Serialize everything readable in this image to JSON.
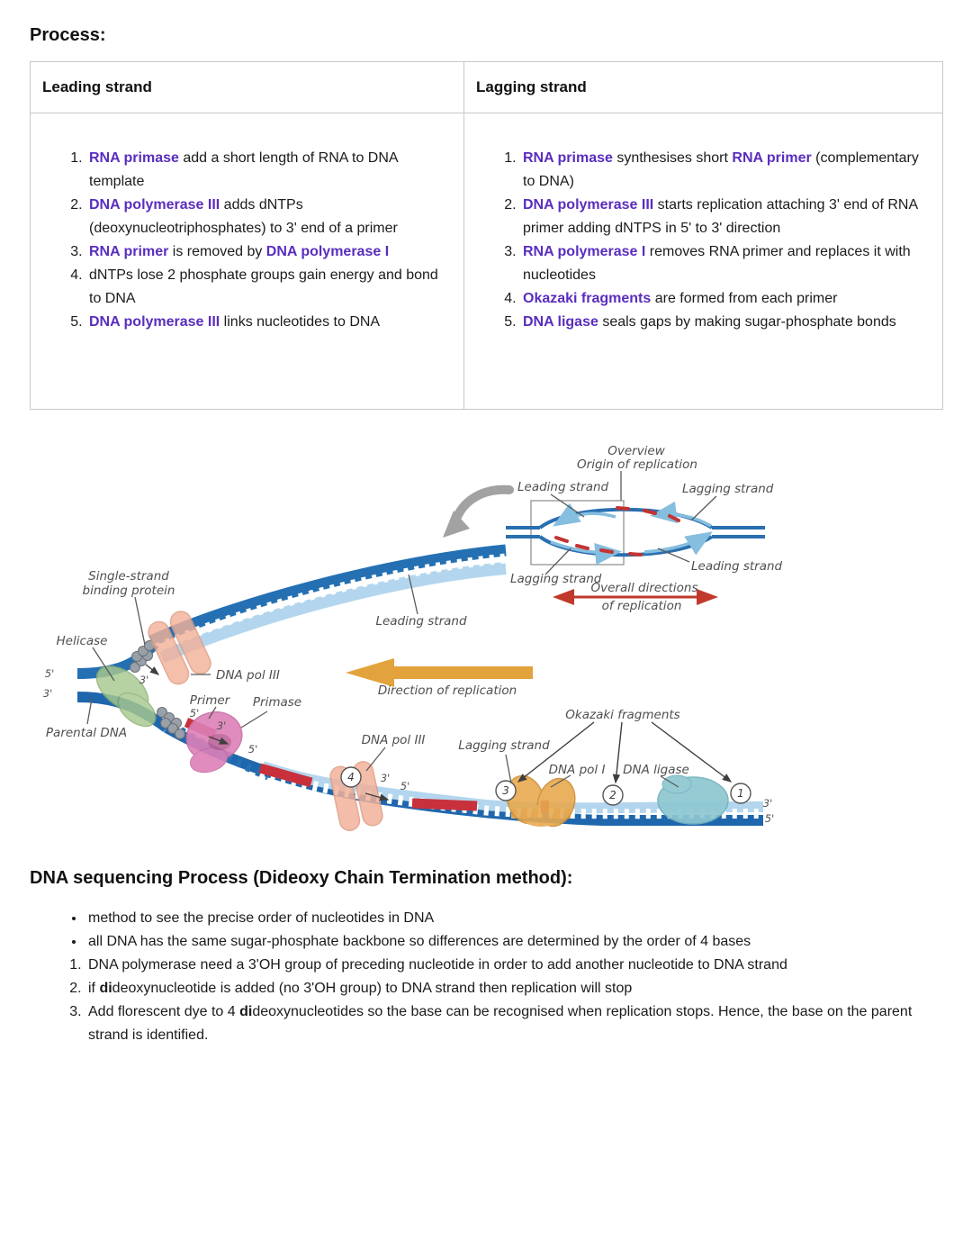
{
  "page": {
    "title1": "Process:",
    "title2": "DNA sequencing Process (Dideoxy Chain Termination method):"
  },
  "table": {
    "columns": [
      {
        "header": "Leading strand",
        "items": [
          [
            {
              "t": "RNA primase",
              "s": "k"
            },
            {
              "t": " add a short length of RNA to DNA template",
              "s": "p"
            }
          ],
          [
            {
              "t": "DNA polymerase III",
              "s": "k"
            },
            {
              "t": " adds dNTPs (deoxynucleotriphosphates) to 3' end of a primer",
              "s": "p"
            }
          ],
          [
            {
              "t": "RNA primer",
              "s": "k"
            },
            {
              "t": " is removed by ",
              "s": "p"
            },
            {
              "t": "DNA polymerase I",
              "s": "k"
            }
          ],
          [
            {
              "t": "dNTPs lose 2 phosphate groups gain energy and bond to DNA",
              "s": "p"
            }
          ],
          [
            {
              "t": "DNA polymerase III",
              "s": "k"
            },
            {
              "t": " links nucleotides to DNA",
              "s": "p"
            }
          ]
        ]
      },
      {
        "header": "Lagging strand",
        "items": [
          [
            {
              "t": "RNA primase",
              "s": "k"
            },
            {
              "t": " synthesises short ",
              "s": "p"
            },
            {
              "t": "RNA primer",
              "s": "k"
            },
            {
              "t": " (complementary to DNA)",
              "s": "p"
            }
          ],
          [
            {
              "t": "DNA polymerase III",
              "s": "k"
            },
            {
              "t": " starts replication attaching 3' end of RNA primer adding dNTPS in 5' to 3' direction",
              "s": "p"
            }
          ],
          [
            {
              "t": "RNA polymerase I",
              "s": "k"
            },
            {
              "t": " removes RNA primer and replaces it with nucleotides",
              "s": "p"
            }
          ],
          [
            {
              "t": "Okazaki fragments",
              "s": "k"
            },
            {
              "t": " are formed from each primer",
              "s": "p"
            }
          ],
          [
            {
              "t": "DNA ligase",
              "s": "k"
            },
            {
              "t": " seals gaps by making sugar-phosphate bonds",
              "s": "p"
            }
          ]
        ]
      }
    ]
  },
  "sequencing": {
    "bullets": [
      [
        {
          "t": "method to see the precise order of nucleotides in DNA",
          "s": "p"
        }
      ],
      [
        {
          "t": "all DNA has the same sugar-phosphate backbone so differences are determined by the order of 4 bases",
          "s": "p"
        }
      ]
    ],
    "numbered": [
      [
        {
          "t": "DNA polymerase need a 3'OH group of preceding nucleotide in order to add another nucleotide to DNA strand",
          "s": "p"
        }
      ],
      [
        {
          "t": "if ",
          "s": "p"
        },
        {
          "t": "di",
          "s": "b"
        },
        {
          "t": "deoxynucleotide is added (no 3'OH group) to DNA strand then replication will stop",
          "s": "p"
        }
      ],
      [
        {
          "t": "Add florescent dye to 4 ",
          "s": "p"
        },
        {
          "t": "di",
          "s": "b"
        },
        {
          "t": "deoxynucleotides so the base can be recognised when replication stops. Hence, the base on the parent strand is identified.",
          "s": "p"
        }
      ]
    ]
  },
  "diagram": {
    "labels": {
      "overview": "Overview",
      "origin": "Origin of replication",
      "leading": "Leading strand",
      "lagging": "Lagging strand",
      "overall_line1": "Overall directions",
      "overall_line2": "of replication",
      "ssb_line1": "Single-strand",
      "ssb_line2": "binding protein",
      "helicase": "Helicase",
      "parental": "Parental DNA",
      "pol3": "DNA pol III",
      "pol1": "DNA pol I",
      "ligase": "DNA ligase",
      "primer": "Primer",
      "primase": "Primase",
      "okazaki": "Okazaki fragments",
      "direction": "Direction of replication",
      "five": "5'",
      "three": "3'",
      "n1": "1",
      "n2": "2",
      "n3": "3",
      "n4": "4"
    },
    "colors": {
      "strand_dark": "#2470b3",
      "strand_light": "#b3d6ee",
      "primer_red": "#c8303c",
      "helicase_green": "#a8c98e",
      "polymerase_peach": "#f2b199",
      "primase_pink": "#dd80b8",
      "pol1_orange": "#e7a94f",
      "ligase_teal": "#8ec7d1",
      "direction_orange": "#e3a33c",
      "overall_red": "#c0392b",
      "ssb_gray": "#98a0a8",
      "label_gray": "#4f4f4f",
      "keyword_purple": "#5a2dbe",
      "table_border": "#c8c8c8"
    }
  }
}
